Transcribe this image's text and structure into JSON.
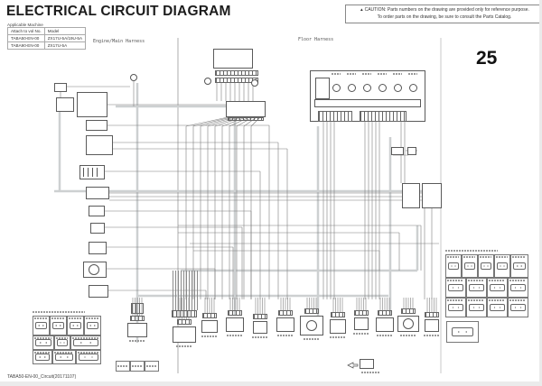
{
  "page": {
    "title": "ELECTRICAL CIRCUIT DIAGRAM",
    "page_number": "25",
    "footer_code": "TABA50-EN-00_Circuit(20171107)"
  },
  "applicable_machine": {
    "label": "Applicable Machine",
    "headers": [
      "Attach to vol No.",
      "Model"
    ],
    "rows": [
      [
        "TABA50-EN-00",
        "ZX17U-5A/19U-5A"
      ],
      [
        "TABA90-EN-00",
        "ZX17U-5A"
      ]
    ]
  },
  "caution": {
    "icon": "▲",
    "line1": "CAUTION: Parts numbers on the drawing are provided only for reference purpose.",
    "line2": "To order parts on the drawing, be sure to consult the Parts Catalog."
  },
  "harness_labels": {
    "left": "Engine/Main Harness",
    "right": "Floor Harness"
  },
  "colors": {
    "wire": "#7d7d7d",
    "bus": "#cdd0d1",
    "box_border": "#5a5a5a",
    "page_edge": "#ebebeb"
  }
}
